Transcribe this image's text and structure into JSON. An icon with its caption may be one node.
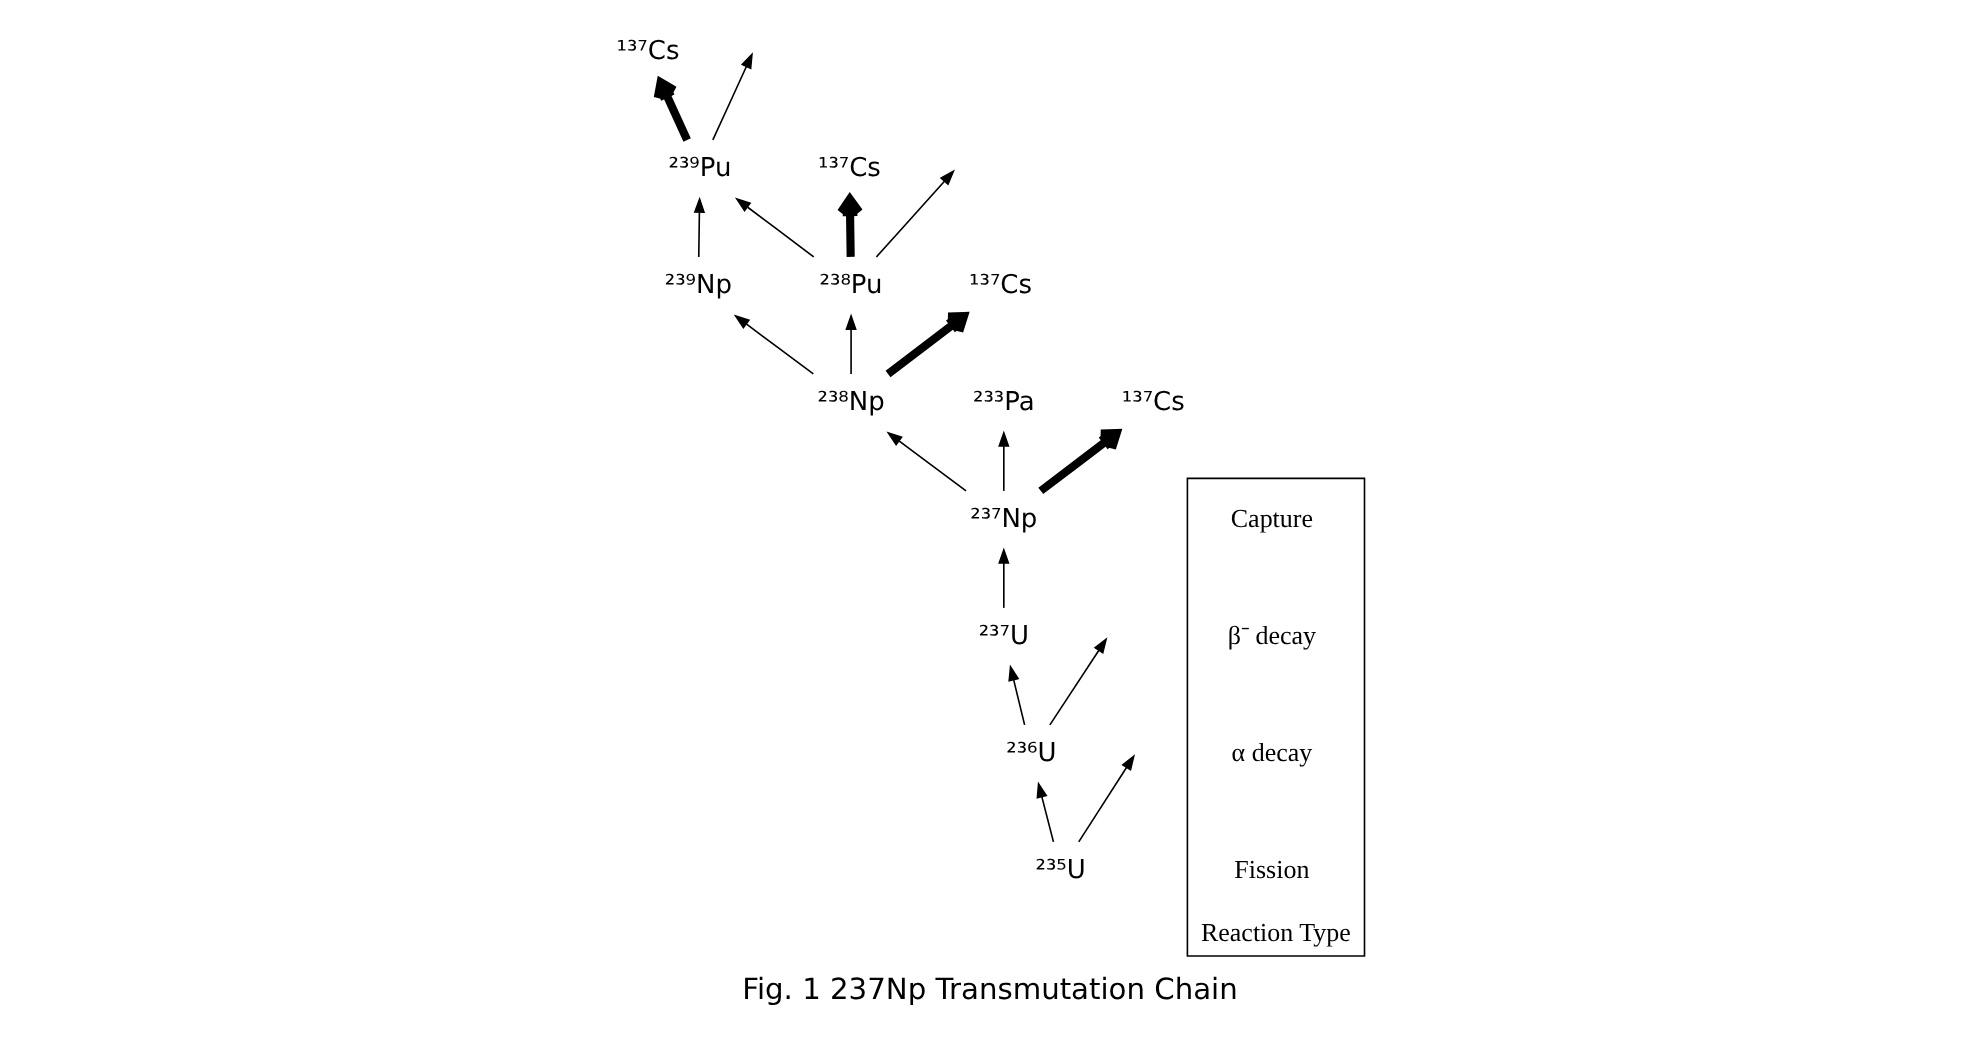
{
  "diagram": {
    "caption": "Fig. 1 237Np Transmutation Chain",
    "nodes": [
      {
        "text": [
          "²³⁹Np"
        ]
      },
      {
        "text": [
          "²³⁹Pu"
        ]
      },
      {
        "text": [
          "²³⁸Np"
        ]
      },
      {
        "text": [
          "²³⁸Pu"
        ]
      },
      {
        "text": [
          "¹³⁷Cs"
        ]
      },
      {
        "text": [
          "¹³⁷Cs"
        ]
      },
      {
        "text": [
          "¹³⁷Cs"
        ]
      },
      {
        "text": [
          "²³⁷U"
        ]
      },
      {
        "text": [
          "²³⁷Np"
        ]
      },
      {
        "text": [
          "²³³Pa"
        ]
      },
      {
        "text": [
          "²³⁶U"
        ]
      },
      {
        "text": [
          "¹³⁷Cs"
        ]
      },
      {
        "text": [
          "²³⁵U"
        ]
      },
      {
        "text": [
          "Reaction Type"
        ]
      }
    ],
    "edges": [
      {
        "from": 0,
        "to": 1,
        "arrow": "to"
      },
      {
        "from": 2,
        "to": 0,
        "arrow": "to"
      },
      {
        "from": 2,
        "to": 3,
        "arrow": "to"
      },
      {
        "from": 3,
        "to": 1,
        "arrow": "to"
      },
      {
        "from": 1,
        "to": null,
        "arrow": "to"
      },
      {
        "from": 1,
        "to": 4,
        "arrow": "to",
        "style": "thick"
      },
      {
        "from": 2,
        "to": 5,
        "arrow": "to",
        "style": "thick"
      },
      {
        "from": 3,
        "to": null,
        "arrow": "to"
      },
      {
        "from": 3,
        "to": 6,
        "arrow": "to",
        "style": "thick"
      },
      {
        "from": 8,
        "to": 2,
        "arrow": "to"
      },
      {
        "from": 7,
        "to": 8,
        "arrow": "to"
      },
      {
        "from": 8,
        "to": 9,
        "arrow": "to"
      },
      {
        "from": 8,
        "to": 11,
        "arrow": "to",
        "style": "thick"
      },
      {
        "from": 10,
        "to": 7,
        "arrow": "to"
      },
      {
        "from": 10,
        "to": null,
        "arrow": "to"
      },
      {
        "from": 12,
        "to": 10,
        "arrow": "to"
      },
      {
        "from": 12,
        "to": null,
        "arrow": "to"
      }
    ],
    "legend": [
      {
        "text": "Capture"
      },
      {
        "text": "β⁻ decay"
      },
      {
        "text": "α decay"
      },
      {
        "text": "Fission"
      }
    ]
  }
}
